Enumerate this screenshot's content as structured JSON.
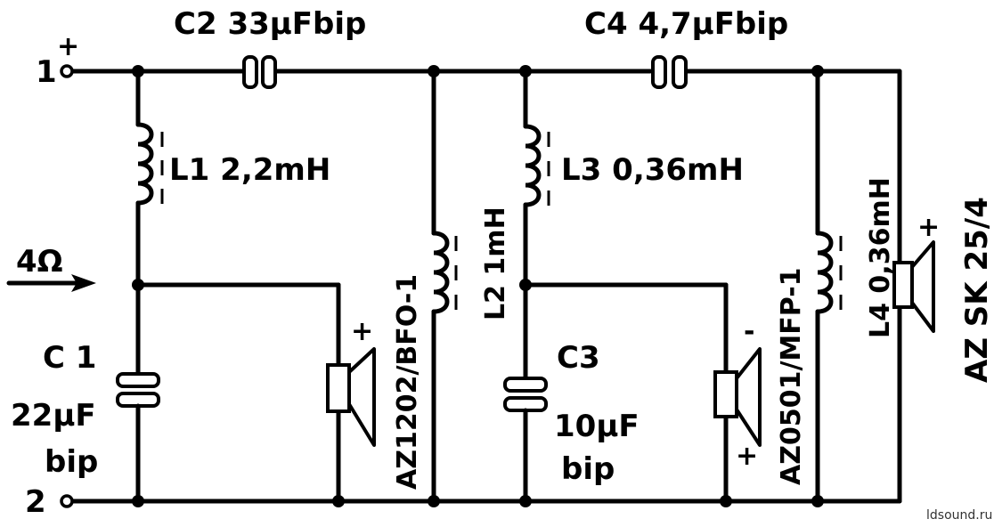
{
  "terminals": {
    "t1": "1",
    "t2": "2",
    "plus": "+"
  },
  "impedance": "4Ω",
  "components": {
    "c1_name": "C 1",
    "c1_value": "22µF",
    "c1_type": "bip",
    "c2": "C2 33µFbip",
    "c3_name": "C3",
    "c3_value": "10µF",
    "c3_type": "bip",
    "c4": "C4 4,7µFbip",
    "l1": "L1 2,2mH",
    "l2": "L2 1mH",
    "l3": "L3 0,36mH",
    "l4": "L4 0,36mH"
  },
  "drivers": {
    "woofer": "AZ1202/BFO-1",
    "mid": "AZ0501/MFP-1",
    "tweeter": "AZ SK 25/4",
    "plus": "+",
    "minus": "-"
  },
  "watermark": "ldsound.ru"
}
